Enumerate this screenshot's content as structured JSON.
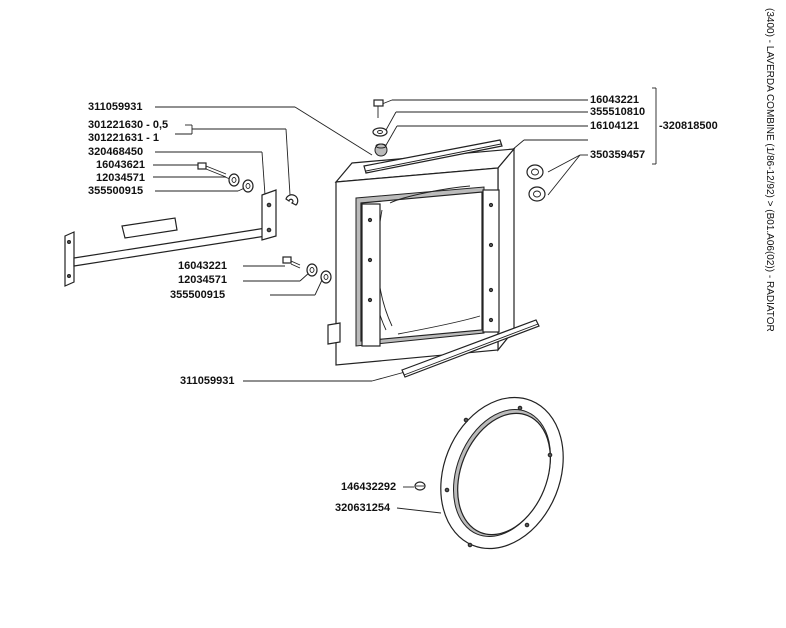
{
  "title": "(3400) - LAVERDA COMBINE (1/86-12/92) > (B01.A06(02)) - RADIATOR",
  "labels": {
    "l311059931_top": "311059931",
    "l301221630": "301221630",
    "l301221630_suffix": "- 0,5",
    "l301221631": "301221631",
    "l301221631_suffix": "- 1",
    "l320468450": "320468450",
    "l16043621": "16043621",
    "l12034571_a": "12034571",
    "l355500915_a": "355500915",
    "l16043221_top": "16043221",
    "l355510810": "355510810",
    "l16104121": "16104121",
    "l320818500": "-320818500",
    "l350359457": "350359457",
    "l16043221_mid": "16043221",
    "l12034571_b": "12034571",
    "l355500915_b": "355500915",
    "l311059931_bottom": "311059931",
    "l146432292": "146432292",
    "l320631254": "320631254"
  }
}
